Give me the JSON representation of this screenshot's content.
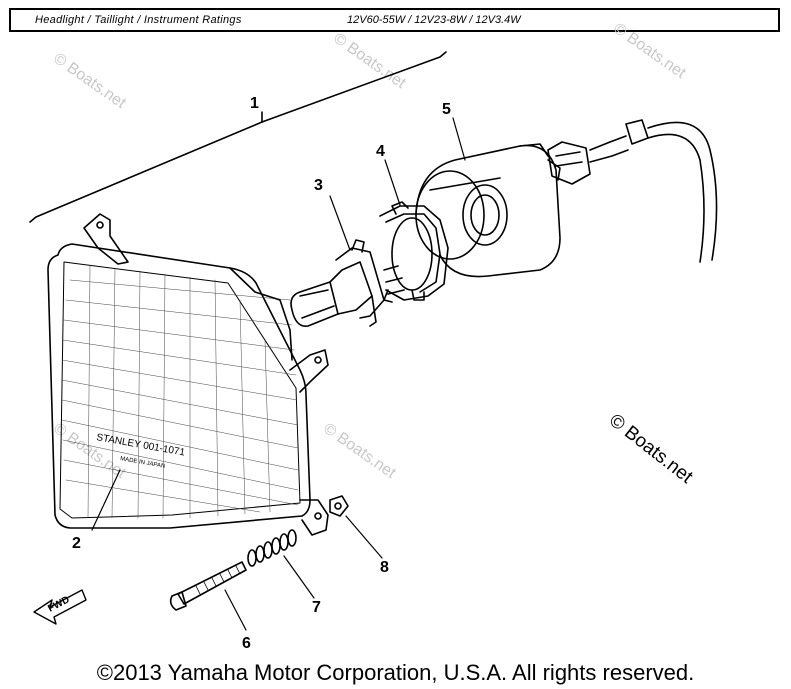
{
  "header": {
    "text": "Headlight / Taillight / Instrument Ratings",
    "ratings": "12V60-55W / 12V23-8W / 12V3.4W"
  },
  "callouts": [
    {
      "id": "1",
      "label": "1"
    },
    {
      "id": "2",
      "label": "2"
    },
    {
      "id": "3",
      "label": "3"
    },
    {
      "id": "4",
      "label": "4"
    },
    {
      "id": "5",
      "label": "5"
    },
    {
      "id": "6",
      "label": "6"
    },
    {
      "id": "7",
      "label": "7"
    },
    {
      "id": "8",
      "label": "8"
    }
  ],
  "fwd_label": "FWD",
  "lens_marking": {
    "line1": "STANLEY 001-1071",
    "line2": "MADE IN JAPAN"
  },
  "watermark": {
    "strong": "© Boats.net",
    "faint": "© Boats.net"
  },
  "copyright": "©2013 Yamaha Motor Corporation, U.S.A. All rights reserved."
}
